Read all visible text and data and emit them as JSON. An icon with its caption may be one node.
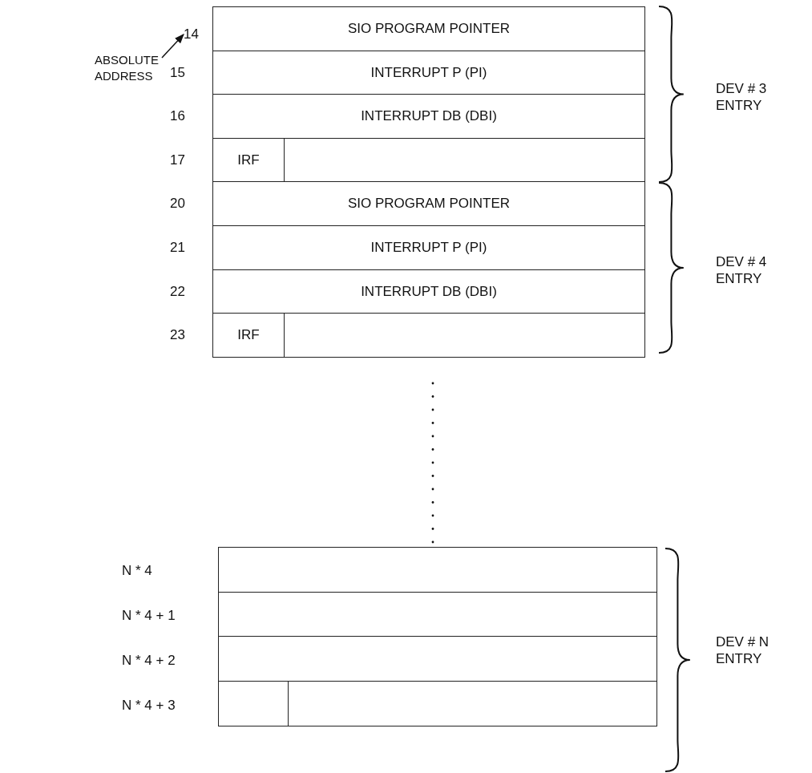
{
  "diagram": {
    "nodes": [
      {
        "text": [
          "ABSOLUTE ADDRESS"
        ]
      },
      {
        "text": [
          "14"
        ]
      },
      {
        "text": [
          "SIO PROGRAM POINTER"
        ]
      },
      {
        "text": [
          "INTERRUPT P (PI)"
        ]
      },
      {
        "text": [
          "INTERRUPT DB (DBI)"
        ]
      },
      {
        "text": [],
        "shape": "box"
      },
      {
        "text": [
          "IRF"
        ],
        "in": 5
      },
      {
        "text": [
          "SIO PROGRAM POINTER"
        ]
      },
      {
        "text": [
          "INTERRUPT P (PI)"
        ]
      },
      {
        "text": [
          "INTERRUPT DB (DBI)"
        ]
      },
      {
        "text": [],
        "shape": "box"
      },
      {
        "text": [
          "IRF"
        ],
        "in": 10
      },
      {
        "text": [],
        "shape": "box"
      },
      {
        "text": [],
        "shape": "box"
      },
      {
        "text": [],
        "shape": "box"
      },
      {
        "text": [],
        "shape": "box"
      },
      {
        "text": [],
        "shape": "box",
        "in": 15
      }
    ],
    "edges": [
      {
        "from": 0,
        "to": 1,
        "arrow": "to"
      }
    ],
    "labels": [
      "15",
      "16",
      "17",
      "20",
      "21",
      "22",
      "23",
      "DEV # 3 ENTRY",
      "DEV # 4 ENTRY",
      "N * 4",
      "N * 4 + 1",
      "N * 4 + 2",
      "N * 4 + 3",
      "DEV # N ENTRY"
    ]
  }
}
